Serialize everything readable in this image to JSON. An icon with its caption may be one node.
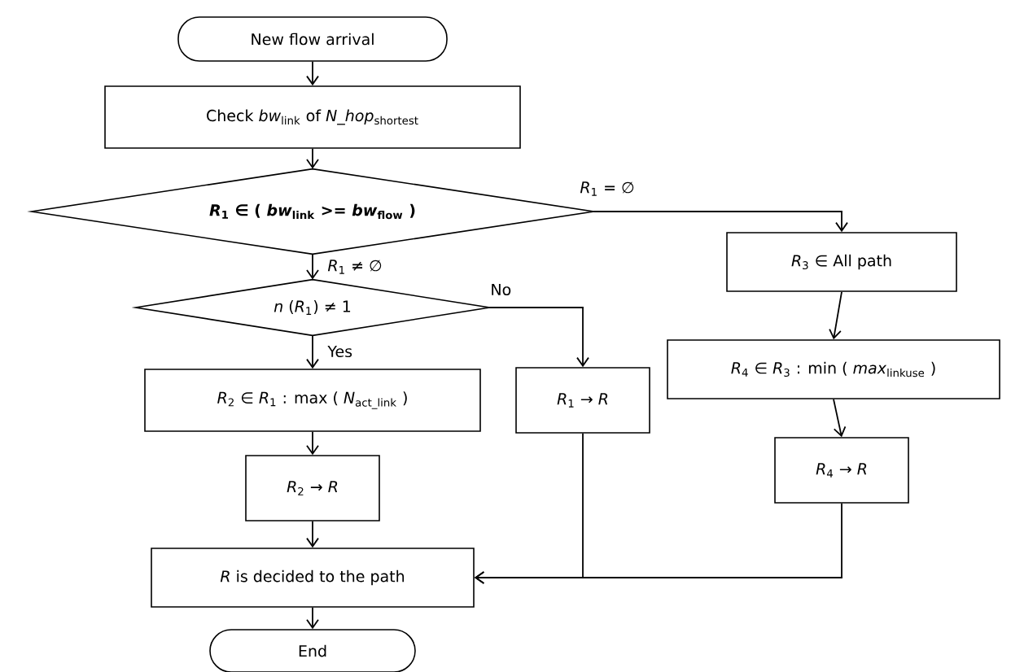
{
  "diagram": {
    "nodes": [
      {
        "text": [
          "New flow arrival"
        ]
      },
      {
        "text": [
          "Check *bw*$_{link}$ of *N_hop*$_{shortest}$"
        ]
      },
      {
        "text": [
          "*R*$_{1}$ ∈ ( *bw*$_{link}$ >= *bw*$_{flow}$ )"
        ]
      },
      {
        "text": [
          "*n* (*R*$_{1}$) ≠ 1"
        ]
      },
      {
        "text": [
          "*R*$_{2}$ ∈ *R*$_{1}$ : max ( *N*$_{act_link}$ )"
        ]
      },
      {
        "text": [
          "*R*$_{1}$ → *R*"
        ]
      },
      {
        "text": [
          "*R*$_{2}$ → *R*"
        ]
      },
      {
        "text": [
          "*R*$_{3}$ ∈ All path"
        ]
      },
      {
        "text": [
          "*R*$_{4}$ ∈ *R*$_{3}$ : min ( *max*$_{linkuse}$ )"
        ]
      },
      {
        "text": [
          "*R*$_{4}$ → *R*"
        ]
      },
      {
        "text": [
          "*R* is decided to the path"
        ]
      },
      {
        "text": [
          "End"
        ]
      }
    ],
    "edges": [
      {
        "from": 0,
        "to": 1,
        "arrow": "to"
      },
      {
        "from": 1,
        "to": 2,
        "arrow": "to"
      },
      {
        "from": 2,
        "to": 3,
        "arrow": "to",
        "label": "*R*$_{1}$ ≠ ∅"
      },
      {
        "from": 2,
        "to": 7,
        "arrow": "to",
        "label": "*R*$_{1}$ = ∅"
      },
      {
        "from": 3,
        "to": 4,
        "arrow": "to",
        "label": "Yes"
      },
      {
        "from": 3,
        "to": 5,
        "arrow": "to",
        "label": "No"
      },
      {
        "from": 4,
        "to": 6,
        "arrow": "to"
      },
      {
        "from": 6,
        "to": 10,
        "arrow": "to"
      },
      {
        "from": 5,
        "to": 10,
        "arrow": "to"
      },
      {
        "from": 7,
        "to": 8,
        "arrow": "to"
      },
      {
        "from": 8,
        "to": 9,
        "arrow": "to"
      },
      {
        "from": 9,
        "to": 10,
        "arrow": "to"
      },
      {
        "from": 10,
        "to": 11,
        "arrow": "to"
      }
    ]
  }
}
